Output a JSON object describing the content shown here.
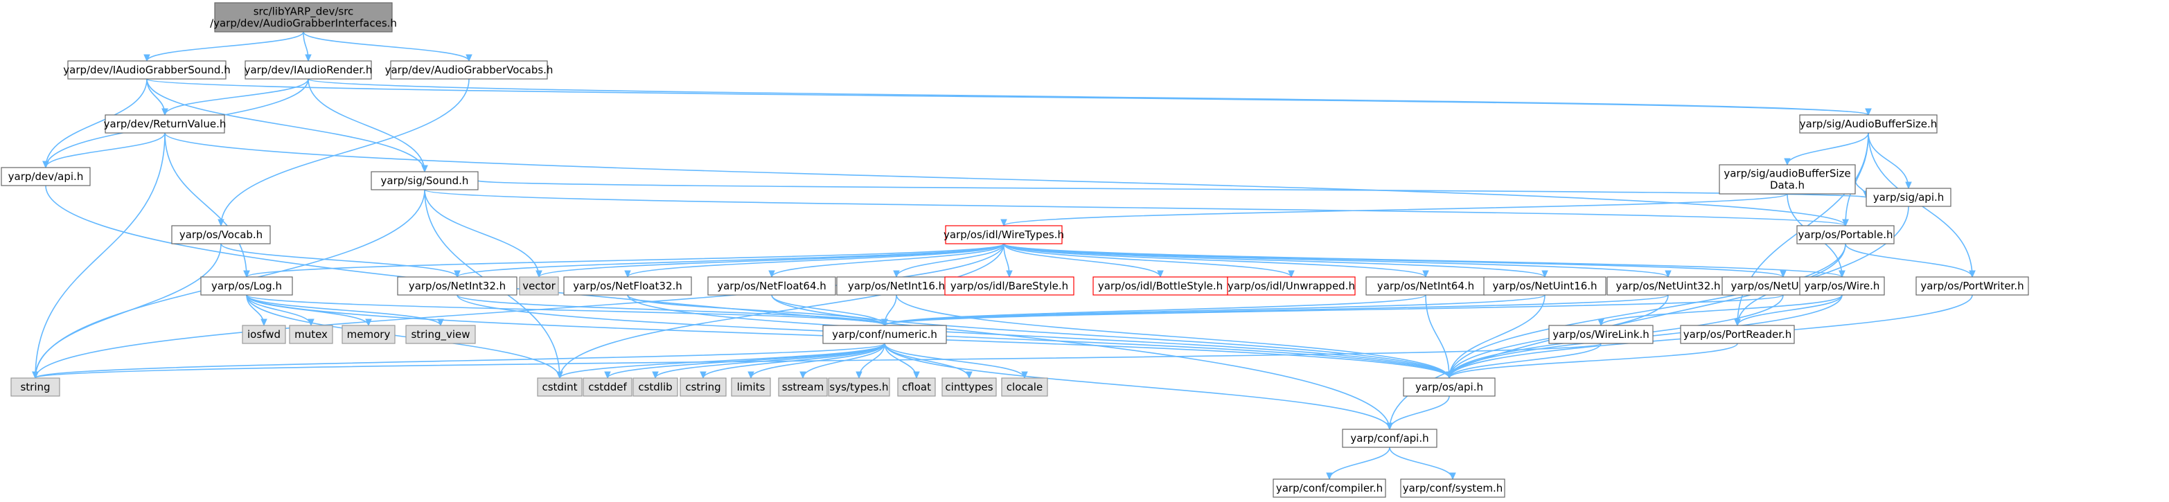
{
  "colors": {
    "edge": "#63b8ff",
    "node_border": "#666666",
    "node_fill": "#ffffff",
    "root_fill": "#999999",
    "system_fill": "#e0e0e0",
    "system_border": "#999999",
    "missing_border": "#ff0000"
  },
  "nodes": [
    {
      "id": "root",
      "lines": [
        "src/libYARP_dev/src",
        "/yarp/dev/AudioGrabberInterfaces.h"
      ],
      "kind": "root"
    },
    {
      "id": "iags",
      "lines": [
        "yarp/dev/IAudioGrabberSound.h"
      ],
      "kind": "file"
    },
    {
      "id": "iar",
      "lines": [
        "yarp/dev/IAudioRender.h"
      ],
      "kind": "file"
    },
    {
      "id": "agv",
      "lines": [
        "yarp/dev/AudioGrabberVocabs.h"
      ],
      "kind": "file"
    },
    {
      "id": "rv",
      "lines": [
        "yarp/dev/ReturnValue.h"
      ],
      "kind": "file"
    },
    {
      "id": "devapi",
      "lines": [
        "yarp/dev/api.h"
      ],
      "kind": "file"
    },
    {
      "id": "sound",
      "lines": [
        "yarp/sig/Sound.h"
      ],
      "kind": "file"
    },
    {
      "id": "abs",
      "lines": [
        "yarp/sig/AudioBufferSize.h"
      ],
      "kind": "file"
    },
    {
      "id": "absd",
      "lines": [
        "yarp/sig/audioBufferSize",
        "Data.h"
      ],
      "kind": "file"
    },
    {
      "id": "sigapi",
      "lines": [
        "yarp/sig/api.h"
      ],
      "kind": "file"
    },
    {
      "id": "portable",
      "lines": [
        "yarp/os/Portable.h"
      ],
      "kind": "file"
    },
    {
      "id": "portwriter",
      "lines": [
        "yarp/os/PortWriter.h"
      ],
      "kind": "file"
    },
    {
      "id": "vocab",
      "lines": [
        "yarp/os/Vocab.h"
      ],
      "kind": "file"
    },
    {
      "id": "wiretypes",
      "lines": [
        "yarp/os/idl/WireTypes.h"
      ],
      "kind": "missing"
    },
    {
      "id": "log",
      "lines": [
        "yarp/os/Log.h"
      ],
      "kind": "file"
    },
    {
      "id": "netint32",
      "lines": [
        "yarp/os/NetInt32.h"
      ],
      "kind": "file"
    },
    {
      "id": "vector",
      "lines": [
        "vector"
      ],
      "kind": "system"
    },
    {
      "id": "netfloat32",
      "lines": [
        "yarp/os/NetFloat32.h"
      ],
      "kind": "file"
    },
    {
      "id": "netfloat64",
      "lines": [
        "yarp/os/NetFloat64.h"
      ],
      "kind": "file"
    },
    {
      "id": "netint16",
      "lines": [
        "yarp/os/NetInt16.h"
      ],
      "kind": "file"
    },
    {
      "id": "barestyle",
      "lines": [
        "yarp/os/idl/BareStyle.h"
      ],
      "kind": "missing"
    },
    {
      "id": "bottlestyle",
      "lines": [
        "yarp/os/idl/BottleStyle.h"
      ],
      "kind": "missing"
    },
    {
      "id": "unwrapped",
      "lines": [
        "yarp/os/idl/Unwrapped.h"
      ],
      "kind": "missing"
    },
    {
      "id": "netint64",
      "lines": [
        "yarp/os/NetInt64.h"
      ],
      "kind": "file"
    },
    {
      "id": "netuint16",
      "lines": [
        "yarp/os/NetUint16.h"
      ],
      "kind": "file"
    },
    {
      "id": "netuint32",
      "lines": [
        "yarp/os/NetUint32.h"
      ],
      "kind": "file"
    },
    {
      "id": "netuint64",
      "lines": [
        "yarp/os/NetUint64.h"
      ],
      "kind": "file"
    },
    {
      "id": "wire",
      "lines": [
        "yarp/os/Wire.h"
      ],
      "kind": "file"
    },
    {
      "id": "iosfwd",
      "lines": [
        "iosfwd"
      ],
      "kind": "system"
    },
    {
      "id": "mutex",
      "lines": [
        "mutex"
      ],
      "kind": "system"
    },
    {
      "id": "memory",
      "lines": [
        "memory"
      ],
      "kind": "system"
    },
    {
      "id": "string_view",
      "lines": [
        "string_view"
      ],
      "kind": "system"
    },
    {
      "id": "numeric",
      "lines": [
        "yarp/conf/numeric.h"
      ],
      "kind": "file"
    },
    {
      "id": "wirelink",
      "lines": [
        "yarp/os/WireLink.h"
      ],
      "kind": "file"
    },
    {
      "id": "portreader",
      "lines": [
        "yarp/os/PortReader.h"
      ],
      "kind": "file"
    },
    {
      "id": "string",
      "lines": [
        "string"
      ],
      "kind": "system"
    },
    {
      "id": "cstdint",
      "lines": [
        "cstdint"
      ],
      "kind": "system"
    },
    {
      "id": "cstddef",
      "lines": [
        "cstddef"
      ],
      "kind": "system"
    },
    {
      "id": "cstdlib",
      "lines": [
        "cstdlib"
      ],
      "kind": "system"
    },
    {
      "id": "cstring",
      "lines": [
        "cstring"
      ],
      "kind": "system"
    },
    {
      "id": "limits",
      "lines": [
        "limits"
      ],
      "kind": "system"
    },
    {
      "id": "sstream",
      "lines": [
        "sstream"
      ],
      "kind": "system"
    },
    {
      "id": "systypes",
      "lines": [
        "sys/types.h"
      ],
      "kind": "system"
    },
    {
      "id": "cfloat",
      "lines": [
        "cfloat"
      ],
      "kind": "system"
    },
    {
      "id": "cinttypes",
      "lines": [
        "cinttypes"
      ],
      "kind": "system"
    },
    {
      "id": "clocale",
      "lines": [
        "clocale"
      ],
      "kind": "system"
    },
    {
      "id": "osapi",
      "lines": [
        "yarp/os/api.h"
      ],
      "kind": "file"
    },
    {
      "id": "confapi",
      "lines": [
        "yarp/conf/api.h"
      ],
      "kind": "file"
    },
    {
      "id": "compiler",
      "lines": [
        "yarp/conf/compiler.h"
      ],
      "kind": "file"
    },
    {
      "id": "system",
      "lines": [
        "yarp/conf/system.h"
      ],
      "kind": "file"
    }
  ],
  "edges": [
    [
      "root",
      "iags"
    ],
    [
      "root",
      "iar"
    ],
    [
      "root",
      "agv"
    ],
    [
      "iags",
      "rv"
    ],
    [
      "iags",
      "devapi"
    ],
    [
      "iags",
      "sound"
    ],
    [
      "iags",
      "abs"
    ],
    [
      "iar",
      "rv"
    ],
    [
      "iar",
      "devapi"
    ],
    [
      "iar",
      "sound"
    ],
    [
      "iar",
      "abs"
    ],
    [
      "agv",
      "vocab"
    ],
    [
      "rv",
      "devapi"
    ],
    [
      "rv",
      "string"
    ],
    [
      "rv",
      "log"
    ],
    [
      "rv",
      "portable"
    ],
    [
      "devapi",
      "confapi"
    ],
    [
      "sound",
      "vector"
    ],
    [
      "sound",
      "string"
    ],
    [
      "sound",
      "cstdint"
    ],
    [
      "sound",
      "sigapi"
    ],
    [
      "sound",
      "portable"
    ],
    [
      "abs",
      "absd"
    ],
    [
      "abs",
      "sigapi"
    ],
    [
      "abs",
      "portable"
    ],
    [
      "abs",
      "portwriter"
    ],
    [
      "abs",
      "portreader"
    ],
    [
      "absd",
      "wiretypes"
    ],
    [
      "absd",
      "wire"
    ],
    [
      "absd",
      "sigapi"
    ],
    [
      "sigapi",
      "confapi"
    ],
    [
      "portable",
      "portwriter"
    ],
    [
      "portable",
      "portreader"
    ],
    [
      "portable",
      "osapi"
    ],
    [
      "portwriter",
      "osapi"
    ],
    [
      "vocab",
      "string"
    ],
    [
      "vocab",
      "netint32"
    ],
    [
      "wiretypes",
      "string"
    ],
    [
      "wiretypes",
      "log"
    ],
    [
      "wiretypes",
      "netint32"
    ],
    [
      "wiretypes",
      "vector"
    ],
    [
      "wiretypes",
      "netfloat32"
    ],
    [
      "wiretypes",
      "netfloat64"
    ],
    [
      "wiretypes",
      "netint16"
    ],
    [
      "wiretypes",
      "barestyle"
    ],
    [
      "wiretypes",
      "bottlestyle"
    ],
    [
      "wiretypes",
      "unwrapped"
    ],
    [
      "wiretypes",
      "netint64"
    ],
    [
      "wiretypes",
      "netuint16"
    ],
    [
      "wiretypes",
      "netuint32"
    ],
    [
      "wiretypes",
      "netuint64"
    ],
    [
      "wiretypes",
      "wire"
    ],
    [
      "wiretypes",
      "cstdint"
    ],
    [
      "log",
      "iosfwd"
    ],
    [
      "log",
      "mutex"
    ],
    [
      "log",
      "memory"
    ],
    [
      "log",
      "string_view"
    ],
    [
      "log",
      "cstdint"
    ],
    [
      "log",
      "numeric"
    ],
    [
      "log",
      "osapi"
    ],
    [
      "netint32",
      "numeric"
    ],
    [
      "netint32",
      "osapi"
    ],
    [
      "netfloat32",
      "numeric"
    ],
    [
      "netfloat32",
      "osapi"
    ],
    [
      "netfloat64",
      "numeric"
    ],
    [
      "netfloat64",
      "osapi"
    ],
    [
      "netint16",
      "numeric"
    ],
    [
      "netint16",
      "osapi"
    ],
    [
      "netint64",
      "numeric"
    ],
    [
      "netint64",
      "osapi"
    ],
    [
      "netuint16",
      "numeric"
    ],
    [
      "netuint16",
      "osapi"
    ],
    [
      "netuint32",
      "numeric"
    ],
    [
      "netuint32",
      "osapi"
    ],
    [
      "netuint64",
      "numeric"
    ],
    [
      "netuint64",
      "osapi"
    ],
    [
      "wire",
      "wirelink"
    ],
    [
      "wire",
      "portreader"
    ],
    [
      "wire",
      "osapi"
    ],
    [
      "wirelink",
      "osapi"
    ],
    [
      "wirelink",
      "string"
    ],
    [
      "portreader",
      "osapi"
    ],
    [
      "numeric",
      "string"
    ],
    [
      "numeric",
      "cstdint"
    ],
    [
      "numeric",
      "cstddef"
    ],
    [
      "numeric",
      "cstdlib"
    ],
    [
      "numeric",
      "cstring"
    ],
    [
      "numeric",
      "limits"
    ],
    [
      "numeric",
      "sstream"
    ],
    [
      "numeric",
      "systypes"
    ],
    [
      "numeric",
      "cfloat"
    ],
    [
      "numeric",
      "cinttypes"
    ],
    [
      "numeric",
      "clocale"
    ],
    [
      "numeric",
      "confapi"
    ],
    [
      "osapi",
      "confapi"
    ],
    [
      "confapi",
      "compiler"
    ],
    [
      "confapi",
      "system"
    ]
  ]
}
